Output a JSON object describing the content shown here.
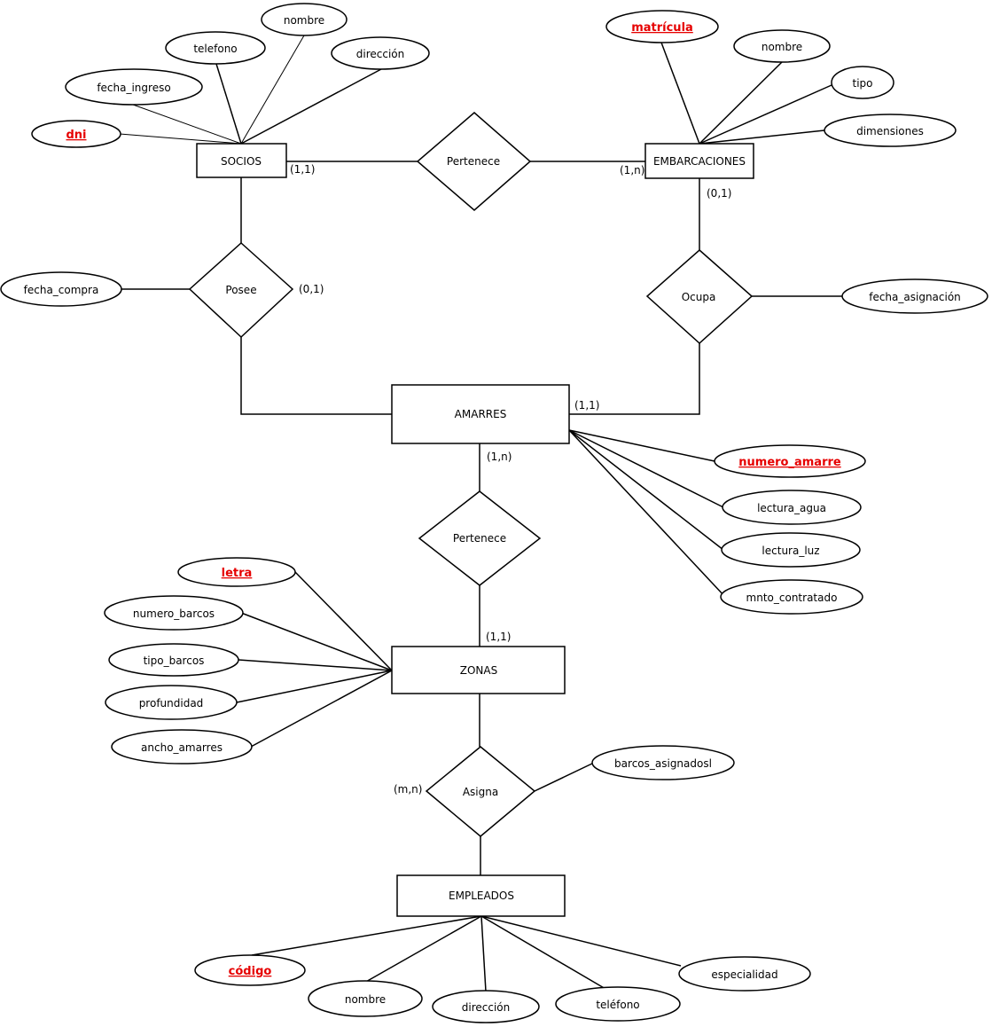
{
  "entities": {
    "socios": "SOCIOS",
    "embarcaciones": "EMBARCACIONES",
    "amarres": "AMARRES",
    "zonas": "ZONAS",
    "empleados": "EMPLEADOS"
  },
  "relationships": {
    "pertenece_top": "Pertenece",
    "posee": "Posee",
    "ocupa": "Ocupa",
    "pertenece_mid": "Pertenece",
    "asigna": "Asigna"
  },
  "attributes": {
    "socios": {
      "dni": "dni",
      "fecha_ingreso": "fecha_ingreso",
      "telefono": "telefono",
      "nombre": "nombre",
      "direccion": "dirección"
    },
    "embarcaciones": {
      "matricula": "matrícula",
      "nombre": "nombre",
      "tipo": "tipo",
      "dimensiones": "dimensiones"
    },
    "posee": {
      "fecha_compra": "fecha_compra"
    },
    "ocupa": {
      "fecha_asignacion": "fecha_asignación"
    },
    "amarres": {
      "numero_amarre": "numero_amarre",
      "lectura_agua": "lectura_agua",
      "lectura_luz": "lectura_luz",
      "mnto_contratado": "mnto_contratado"
    },
    "zonas": {
      "letra": "letra",
      "numero_barcos": "numero_barcos",
      "tipo_barcos": "tipo_barcos",
      "profundidad": "profundidad",
      "ancho_amarres": "ancho_amarres"
    },
    "asigna": {
      "barcos_asignados": "barcos_asignadosl"
    },
    "empleados": {
      "codigo": "código",
      "nombre": "nombre",
      "direccion": "dirección",
      "telefono": "teléfono",
      "especialidad": "especialidad"
    }
  },
  "cardinalities": {
    "socios_pertenece": "(1,1)",
    "embarcaciones_pertenece": "(1,n)",
    "embarcaciones_ocupa": "(0,1)",
    "socios_posee": "(0,1)",
    "amarres_ocupa": "(1,1)",
    "amarres_pertenece": "(1,n)",
    "zonas_pertenece": "(1,1)",
    "zonas_asigna": "(m,n)"
  },
  "colors": {
    "key_attribute": "#e60000",
    "line": "#000000"
  }
}
